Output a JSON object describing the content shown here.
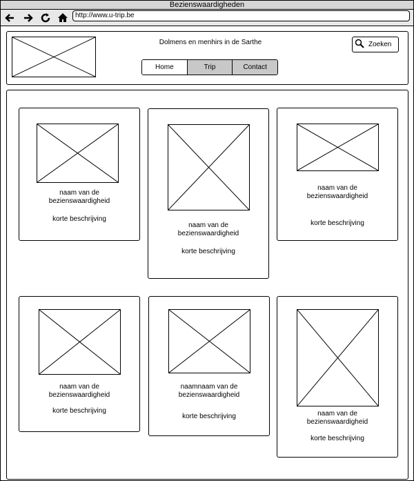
{
  "window": {
    "title": "Bezienswaardigheden"
  },
  "browser": {
    "url": "http://www.u-trip.be"
  },
  "header": {
    "title": "Dolmens en menhirs in de Sarthe",
    "search_label": "Zoeken",
    "tabs": [
      {
        "label": "Home",
        "active": true
      },
      {
        "label": "Trip",
        "active": false
      },
      {
        "label": "Contact",
        "active": false
      }
    ]
  },
  "cards": [
    {
      "name": "naam van de bezienswaardigheid",
      "description": "korte beschrijving"
    },
    {
      "name": "naam van de bezienswaardigheid",
      "description": "korte beschrijving"
    },
    {
      "name": "naam van de bezienswaardigheid",
      "description": "korte beschrijving"
    },
    {
      "name": "naam van de bezienswaardigheid",
      "description": "korte beschrijving"
    },
    {
      "name": "naamnaam van de bezienswaardigheid",
      "description": "korte beschrijving"
    },
    {
      "name": "naam van de bezienswaardigheid",
      "description": "korte beschrijving"
    }
  ]
}
